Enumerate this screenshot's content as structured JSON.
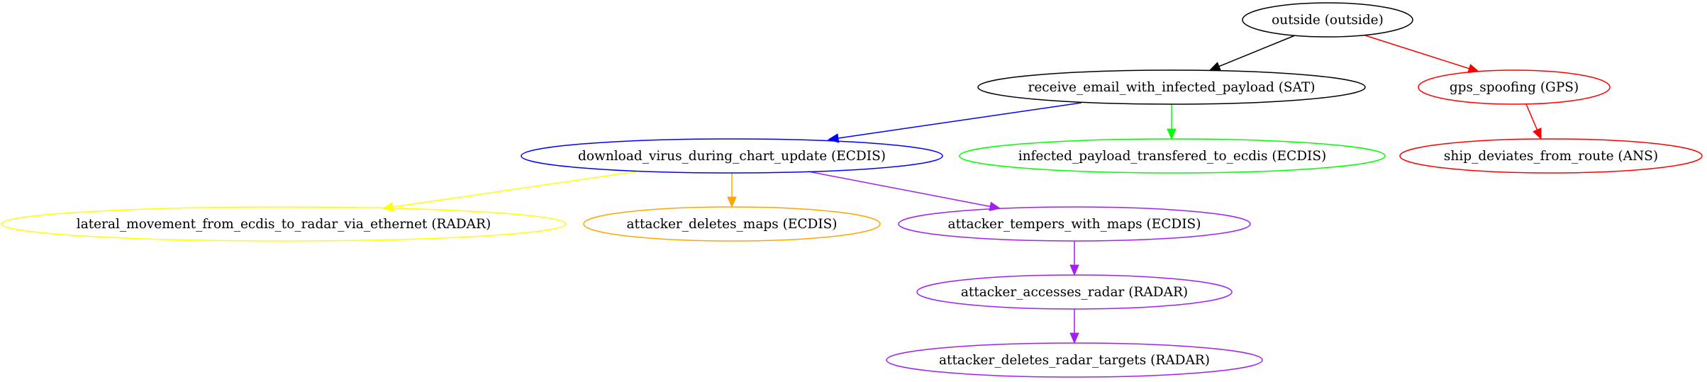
{
  "nodes": {
    "outside": {
      "label": "outside (outside)",
      "color": "#000000"
    },
    "receive_email": {
      "label": "receive_email_with_infected_payload (SAT)",
      "color": "#000000"
    },
    "gps_spoofing": {
      "label": "gps_spoofing (GPS)",
      "color": "#ff0000"
    },
    "download_virus": {
      "label": "download_virus_during_chart_update (ECDIS)",
      "color": "#0000ff"
    },
    "infected_payload": {
      "label": "infected_payload_transfered_to_ecdis (ECDIS)",
      "color": "#00ff00"
    },
    "ship_deviates": {
      "label": "ship_deviates_from_route (ANS)",
      "color": "#ff0000"
    },
    "lateral_movement": {
      "label": "lateral_movement_from_ecdis_to_radar_via_ethernet (RADAR)",
      "color": "#ffff00"
    },
    "deletes_maps": {
      "label": "attacker_deletes_maps (ECDIS)",
      "color": "#ffa500"
    },
    "tempers_maps": {
      "label": "attacker_tempers_with_maps (ECDIS)",
      "color": "#a020f0"
    },
    "accesses_radar": {
      "label": "attacker_accesses_radar (RADAR)",
      "color": "#a020f0"
    },
    "deletes_radar_targets": {
      "label": "attacker_deletes_radar_targets (RADAR)",
      "color": "#a020f0"
    }
  },
  "edges": [
    {
      "from": "outside",
      "to": "receive_email",
      "color": "#000000"
    },
    {
      "from": "outside",
      "to": "gps_spoofing",
      "color": "#ff0000"
    },
    {
      "from": "receive_email",
      "to": "download_virus",
      "color": "#0000ff"
    },
    {
      "from": "receive_email",
      "to": "infected_payload",
      "color": "#00ff00"
    },
    {
      "from": "gps_spoofing",
      "to": "ship_deviates",
      "color": "#ff0000"
    },
    {
      "from": "download_virus",
      "to": "lateral_movement",
      "color": "#ffff00"
    },
    {
      "from": "download_virus",
      "to": "deletes_maps",
      "color": "#ffa500"
    },
    {
      "from": "download_virus",
      "to": "tempers_maps",
      "color": "#a020f0"
    },
    {
      "from": "tempers_maps",
      "to": "accesses_radar",
      "color": "#a020f0"
    },
    {
      "from": "accesses_radar",
      "to": "deletes_radar_targets",
      "color": "#a020f0"
    }
  ]
}
